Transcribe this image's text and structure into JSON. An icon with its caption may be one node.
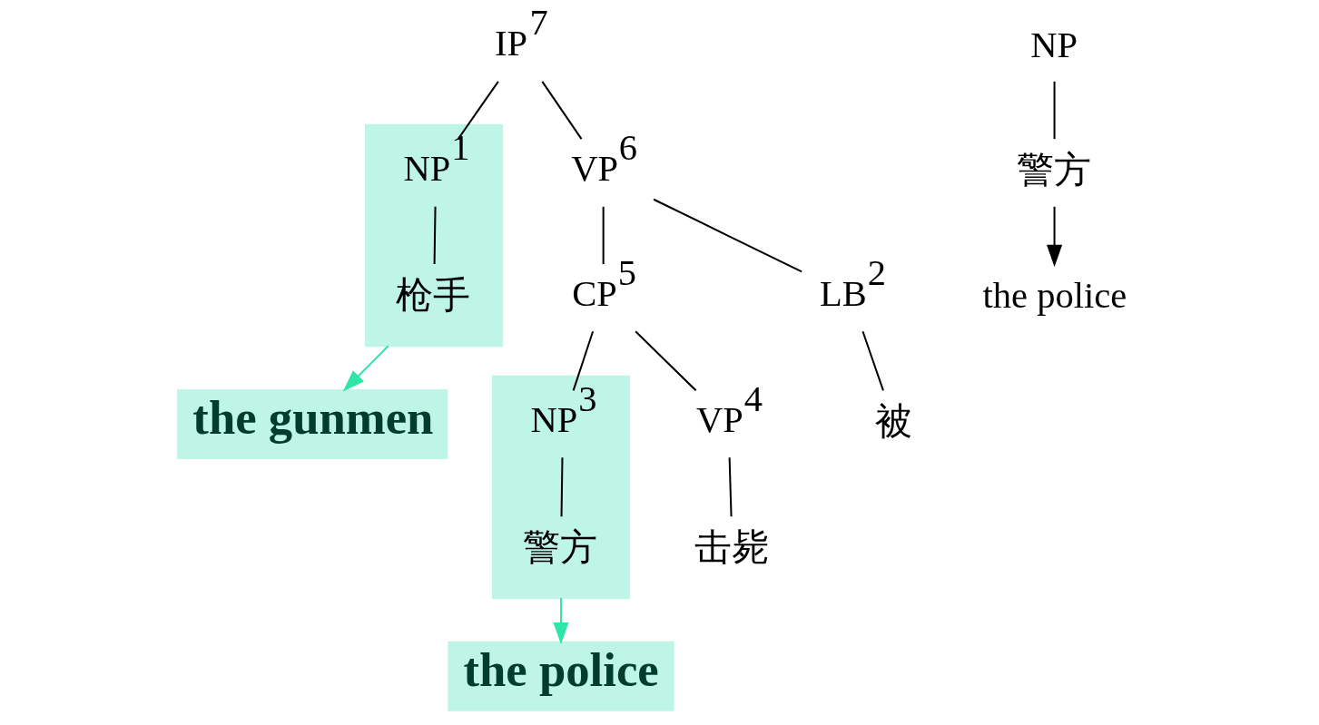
{
  "diagram": {
    "nodes": [
      {
        "text": [
          "IP"
        ],
        "beside": [
          "7"
        ]
      },
      {
        "text": [
          "VP"
        ],
        "beside": [
          "6"
        ]
      },
      {
        "text": [
          "CP"
        ],
        "beside": [
          "5"
        ]
      },
      {
        "text": [],
        "shape": "box"
      },
      {
        "text": [
          "NP"
        ],
        "beside": [
          "1"
        ],
        "in": 3
      },
      {
        "text": [
          "LB"
        ],
        "beside": [
          "2"
        ]
      },
      {
        "text": [],
        "shape": "box"
      },
      {
        "text": [
          "NP"
        ],
        "beside": [
          "3"
        ],
        "in": 6
      },
      {
        "text": [
          "VP"
        ],
        "beside": [
          "4"
        ]
      },
      {
        "text": [
          "枪手"
        ],
        "in": 3
      },
      {
        "text": [
          "被"
        ]
      },
      {
        "text": [
          "警方"
        ],
        "in": 6
      },
      {
        "text": [
          "击毙"
        ]
      },
      {
        "text": [
          "the gunmen"
        ]
      },
      {
        "text": [
          "the police"
        ]
      },
      {
        "text": [
          "NP"
        ]
      },
      {
        "text": [
          "警方"
        ]
      },
      {
        "text": [
          "the police"
        ]
      }
    ],
    "edges": [
      {
        "from": 0,
        "to": 4,
        "arrow": "none"
      },
      {
        "from": 0,
        "to": 1,
        "arrow": "none"
      },
      {
        "from": 1,
        "to": 5,
        "arrow": "none"
      },
      {
        "from": 1,
        "to": 2,
        "arrow": "none"
      },
      {
        "from": 2,
        "to": 7,
        "arrow": "none"
      },
      {
        "from": 2,
        "to": 8,
        "arrow": "none"
      },
      {
        "from": 4,
        "to": 9,
        "arrow": "none"
      },
      {
        "from": 5,
        "to": 10,
        "arrow": "none"
      },
      {
        "from": 7,
        "to": 11,
        "arrow": "none"
      },
      {
        "from": 8,
        "to": 12,
        "arrow": "none"
      },
      {
        "from": 3,
        "to": 13,
        "arrow": "to",
        "color": "#2ee6a8"
      },
      {
        "from": 6,
        "to": 14,
        "arrow": "to",
        "color": "#2ee6a8"
      },
      {
        "from": 15,
        "to": 16,
        "arrow": "none"
      },
      {
        "from": 16,
        "to": 17,
        "arrow": "to"
      }
    ]
  }
}
